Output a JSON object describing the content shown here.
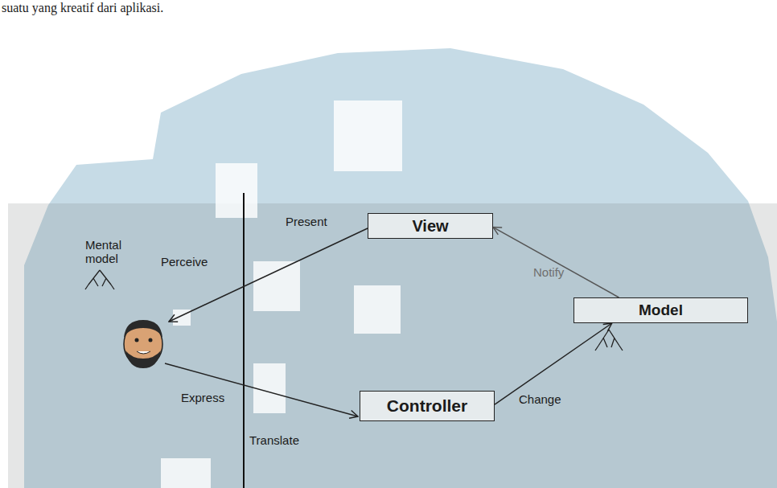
{
  "diagram": {
    "nodes": [
      {
        "text": [
          "View"
        ]
      },
      {
        "text": [
          "Model"
        ]
      },
      {
        "text": [
          "Controller"
        ]
      }
    ],
    "edges": [
      {
        "from": 1,
        "to": 0,
        "label": "Notify",
        "arrow": "to"
      },
      {
        "from": 2,
        "to": 1,
        "label": "Change",
        "arrow": "to"
      }
    ],
    "labels": [
      "suatu yang kreatif dari aplikasi.",
      "Mental model",
      "Perceive",
      "Present",
      "Express",
      "Translate"
    ]
  }
}
